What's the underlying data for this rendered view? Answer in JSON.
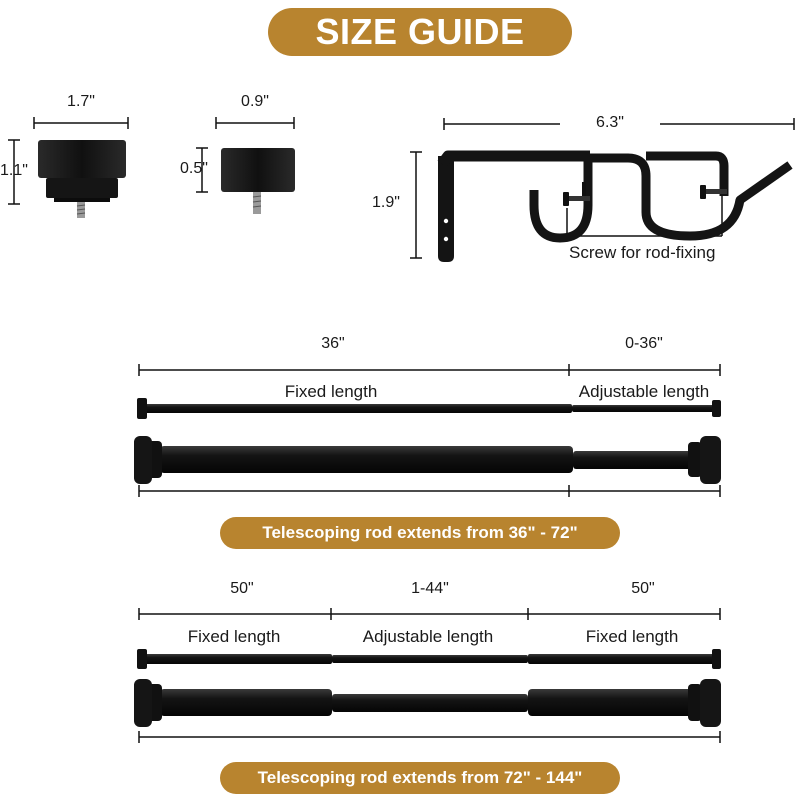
{
  "header": {
    "title": "SIZE GUIDE"
  },
  "finial_large": {
    "width": "1.7\"",
    "height": "1.1\""
  },
  "finial_small": {
    "width": "0.9\"",
    "height": "0.5\""
  },
  "bracket": {
    "width": "6.3\"",
    "height": "1.9\"",
    "screw_label": "Screw for rod-fixing"
  },
  "rod_small": {
    "fixed_dim": "36\"",
    "adjustable_dim": "0-36\"",
    "fixed_label": "Fixed length",
    "adjustable_label": "Adjustable length",
    "banner": "Telescoping rod extends from 36\" - 72\""
  },
  "rod_large": {
    "left_dim": "50\"",
    "middle_dim": "1-44\"",
    "right_dim": "50\"",
    "left_label": "Fixed length",
    "middle_label": "Adjustable length",
    "right_label": "Fixed length",
    "banner": "Telescoping rod extends from 72\" - 144\""
  },
  "colors": {
    "accent": "#b8842f",
    "product": "#141414"
  }
}
